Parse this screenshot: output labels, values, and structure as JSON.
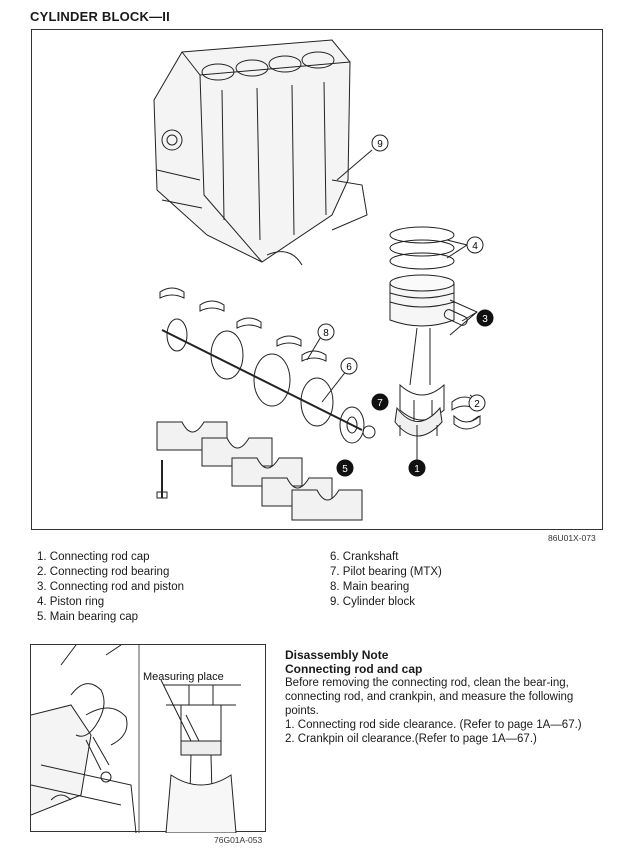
{
  "page_title": "CYLINDER BLOCK—II",
  "figure1": {
    "code": "86U01X-073",
    "callouts": [
      "9",
      "4",
      "3",
      "8",
      "6",
      "7",
      "2",
      "1",
      "5"
    ]
  },
  "legend_left": [
    "1. Connecting rod cap",
    "2. Connecting rod bearing",
    "3. Connecting rod and piston",
    "4. Piston ring",
    "5. Main bearing cap"
  ],
  "legend_right": [
    "6. Crankshaft",
    "7. Pilot bearing (MTX)",
    "8. Main bearing",
    "9. Cylinder block"
  ],
  "figure2": {
    "code": "76G01A-053",
    "label": "Measuring place"
  },
  "note": {
    "heading1": "Disassembly Note",
    "heading2": "Connecting rod and cap",
    "body": "Before removing the connecting rod, clean the bear-ing, connecting rod, and crankpin, and measure the following points.",
    "steps": [
      "1. Connecting rod side clearance. (Refer to page 1A—67.)",
      "2. Crankpin oil clearance.(Refer to page 1A—67.)"
    ]
  }
}
